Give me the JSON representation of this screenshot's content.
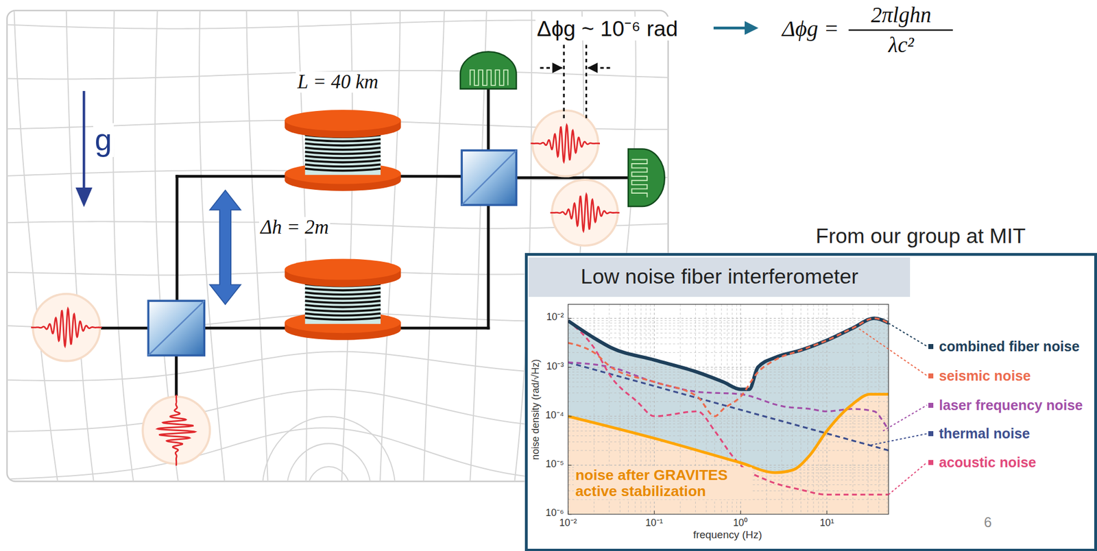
{
  "diagram": {
    "nodes": [
      {
        "text": [
          "From our group at MIT"
        ]
      },
      {
        "text": [
          "Low noise fiber interferometer"
        ],
        "in": 0
      }
    ],
    "labels": [
      "g",
      "L = 40 km",
      "Δh = 2m",
      "Δϕg ~ 10⁻⁶ rad",
      "Δϕg =",
      "2πlghn",
      "λc²",
      "10⁻²",
      "10⁻³",
      "10⁻⁴",
      "10⁻⁵",
      "10⁻⁶",
      "10⁻²",
      "10⁻¹",
      "10⁰",
      "10¹",
      "noise density (rad/√Hz)",
      "frequency (Hz)",
      "noise after GRAVITES active stabilization",
      "6"
    ],
    "legend": [
      {
        "text": "combined fiber noise",
        "color": "#1e3f5a"
      },
      {
        "text": "seismic noise",
        "color": "#ec6b4e"
      },
      {
        "text": "laser frequency noise",
        "color": "#a24fa8"
      },
      {
        "text": "thermal noise",
        "color": "#3d4f8f"
      },
      {
        "text": "acoustic noise",
        "color": "#e2487a"
      }
    ]
  }
}
